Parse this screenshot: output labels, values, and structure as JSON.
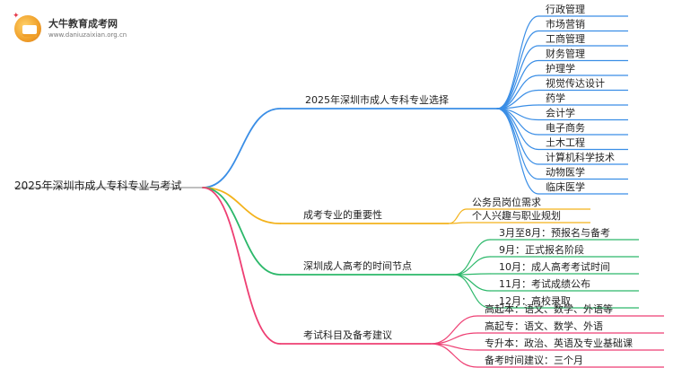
{
  "brand": {
    "name": "大牛教育成考网",
    "url": "www.daniuzaixian.org.cn"
  },
  "mindmap": {
    "root": "2025年深圳市成人专科专业与考试",
    "branches": [
      {
        "label": "2025年深圳市成人专科专业选择",
        "color": "#3a8ee6",
        "items": [
          "行政管理",
          "市场营销",
          "工商管理",
          "财务管理",
          "护理学",
          "视觉传达设计",
          "药学",
          "会计学",
          "电子商务",
          "土木工程",
          "计算机科学技术",
          "动物医学",
          "临床医学"
        ]
      },
      {
        "label": "成考专业的重要性",
        "color": "#f3b21b",
        "items": [
          "公务员岗位需求",
          "个人兴趣与职业规划"
        ]
      },
      {
        "label": "深圳成人高考的时间节点",
        "color": "#2cb86a",
        "items": [
          "3月至8月：预报名与备考",
          "9月：正式报名阶段",
          "10月：成人高考考试时间",
          "11月：考试成绩公布",
          "12月：高校录取"
        ]
      },
      {
        "label": "考试科目及备考建议",
        "color": "#ee3f73",
        "items": [
          "高起本：语文、数学、外语等",
          "高起专：语文、数学、外语",
          "专升本：政治、英语及专业基础课",
          "备考时间建议：三个月"
        ]
      }
    ]
  }
}
